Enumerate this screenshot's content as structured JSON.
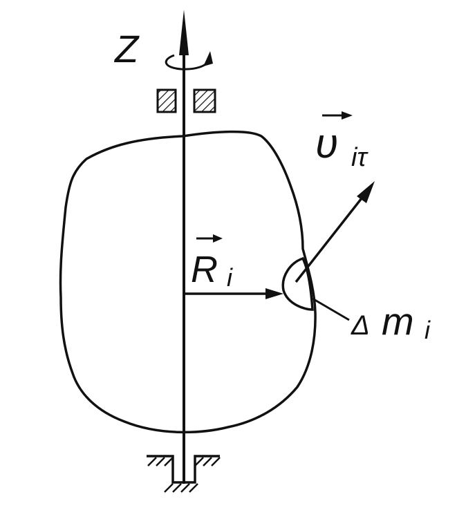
{
  "labels": {
    "axis": "Z",
    "radius_symbol": "R",
    "radius_sub": "i",
    "velocity_symbol": "υ",
    "velocity_sub": "iτ",
    "mass_prefix": "Δ",
    "mass_symbol": "m",
    "mass_sub": "i"
  },
  "colors": {
    "ink": "#111111",
    "background": "#ffffff"
  }
}
